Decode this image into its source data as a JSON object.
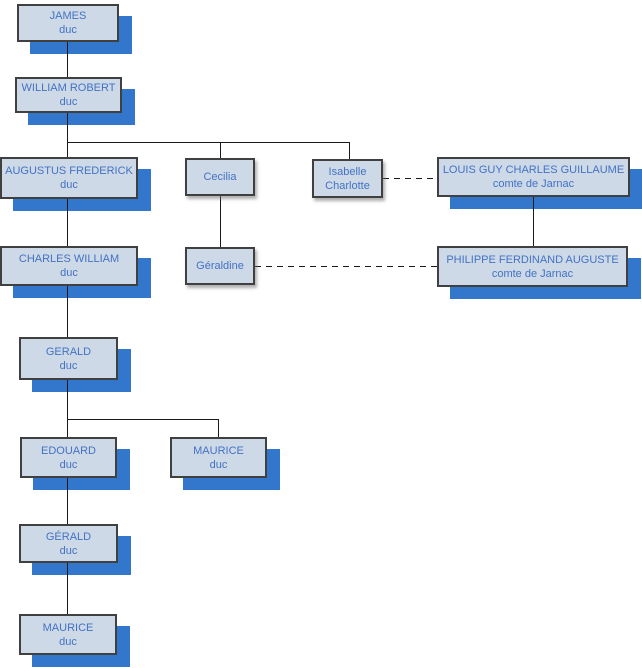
{
  "diagram": {
    "type": "family-tree",
    "colors": {
      "box_fill": "#cdd9e6",
      "box_border": "#404040",
      "blue_shadow": "#3377cc",
      "text_blue": "#4372c4",
      "line_color": "#1a1a1a",
      "background": "#ffffff"
    },
    "nodes": [
      {
        "name": "JAMES",
        "title": "duc"
      },
      {
        "name": "WILLIAM ROBERT",
        "title": "duc"
      },
      {
        "name": "AUGUSTUS FREDERICK",
        "title": "duc"
      },
      {
        "name": "Cecilia",
        "title": ""
      },
      {
        "name": "Isabelle Charlotte",
        "title": ""
      },
      {
        "name": "LOUIS GUY CHARLES GUILLAUME",
        "title": "comte de Jarnac"
      },
      {
        "name": "CHARLES WILLIAM",
        "title": "duc"
      },
      {
        "name": "Géraldine",
        "title": ""
      },
      {
        "name": "PHILIPPE FERDINAND AUGUSTE",
        "title": "comte de Jarnac"
      },
      {
        "name": "GERALD",
        "title": "duc"
      },
      {
        "name": "EDOUARD",
        "title": "duc"
      },
      {
        "name": "MAURICE",
        "title": "duc"
      },
      {
        "name": "GÉRALD",
        "title": "duc"
      },
      {
        "name": "MAURICE",
        "title": "duc"
      }
    ],
    "relations": {
      "parent_child": [
        "JAMES > WILLIAM ROBERT",
        "WILLIAM ROBERT > AUGUSTUS FREDERICK",
        "WILLIAM ROBERT > Cecilia",
        "WILLIAM ROBERT > Isabelle Charlotte",
        "AUGUSTUS FREDERICK > CHARLES WILLIAM",
        "Cecilia > Géraldine",
        "LOUIS GUY CHARLES GUILLAUME > PHILIPPE FERDINAND AUGUSTE",
        "CHARLES WILLIAM > GERALD",
        "GERALD > EDOUARD",
        "GERALD > MAURICE",
        "EDOUARD > GÉRALD",
        "GÉRALD > MAURICE"
      ],
      "marriage": [
        "Isabelle Charlotte = LOUIS GUY CHARLES GUILLAUME",
        "Géraldine = PHILIPPE FERDINAND AUGUSTE"
      ]
    }
  }
}
